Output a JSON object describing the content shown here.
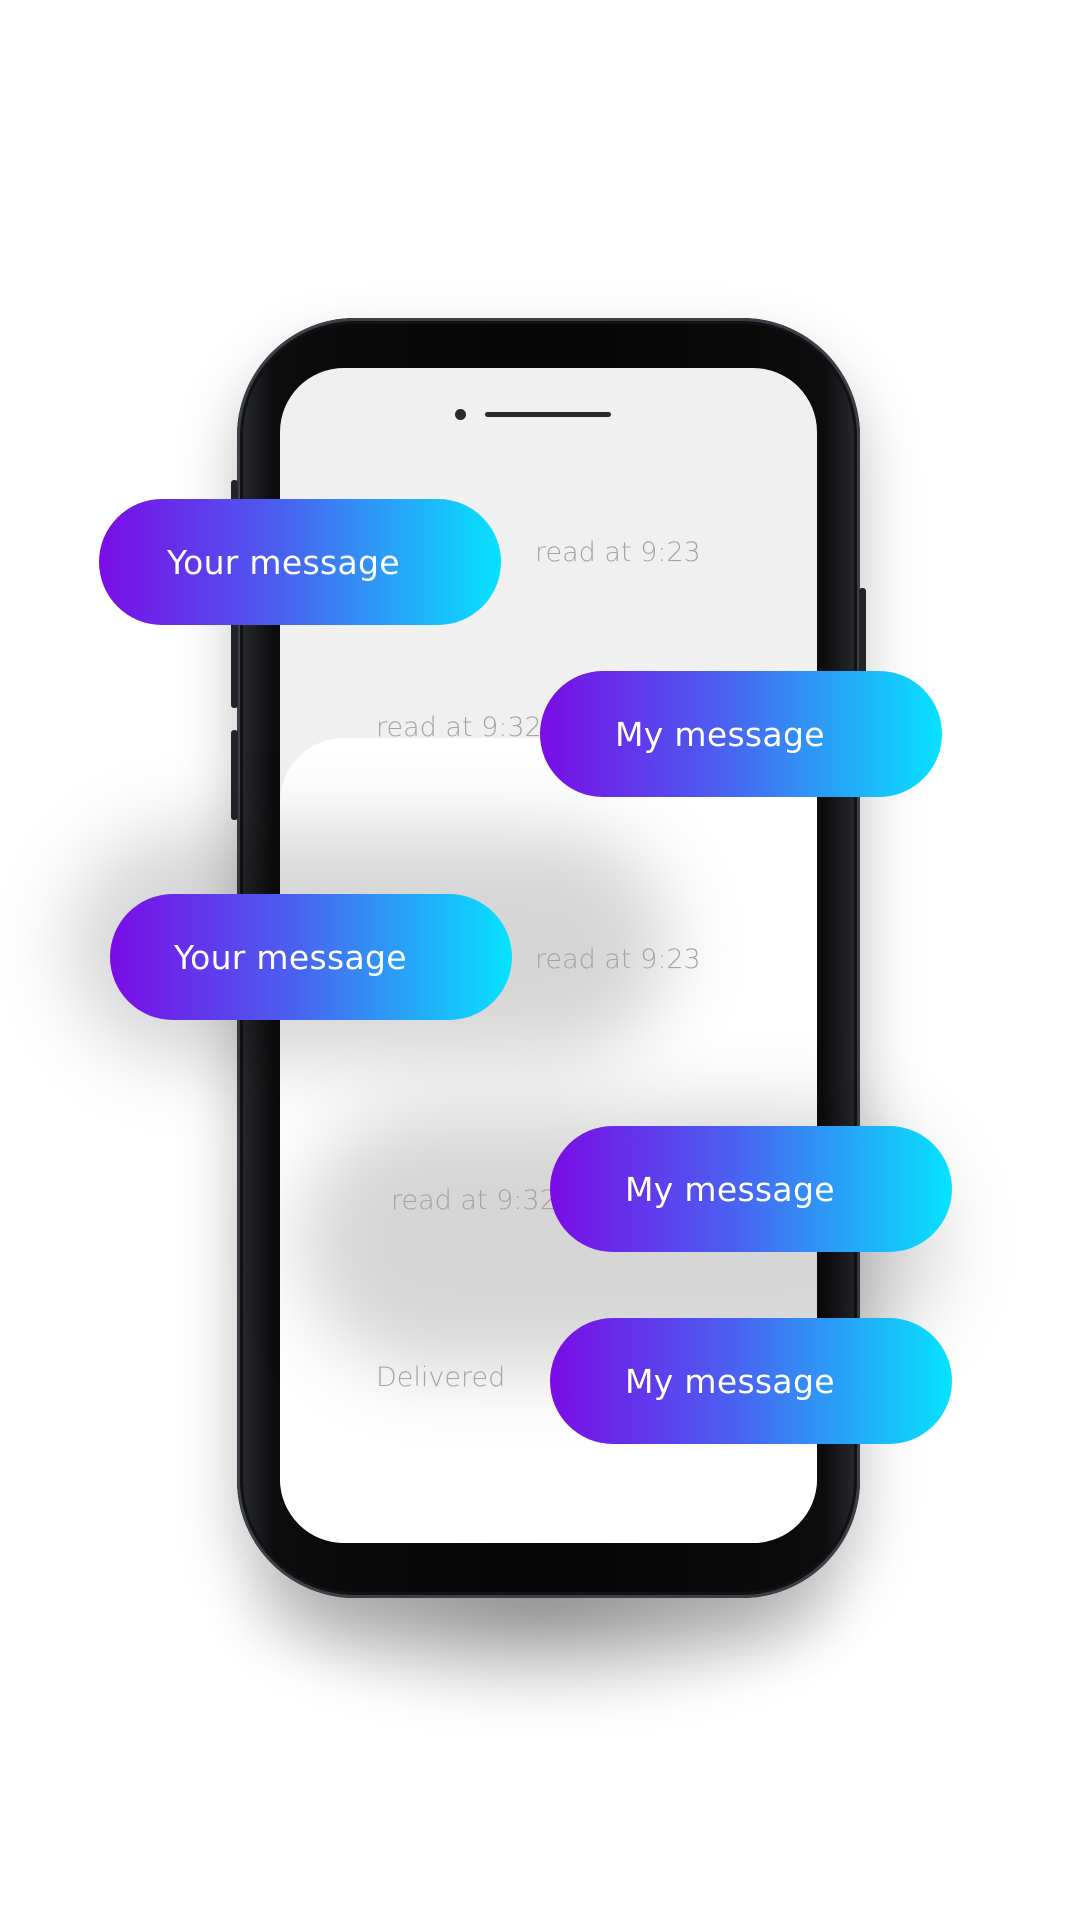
{
  "colors": {
    "bubble_gradient_start": "#7a0ce6",
    "bubble_gradient_mid": "#4b5ff0",
    "bubble_gradient_end": "#06e3ff",
    "status_text": "#a3a3a8",
    "phone_frame": "#050505",
    "screen_bg": "#f0f0f0"
  },
  "messages": [
    {
      "sender": "them",
      "text": "Your message",
      "status": "read at 9:23"
    },
    {
      "sender": "me",
      "text": "My message",
      "status": "read at 9:32"
    },
    {
      "sender": "them",
      "text": "Your message",
      "status": "read at 9:23"
    },
    {
      "sender": "me",
      "text": "My message",
      "status": "read at 9:32"
    },
    {
      "sender": "me",
      "text": "My message",
      "status": "Delivered"
    }
  ]
}
